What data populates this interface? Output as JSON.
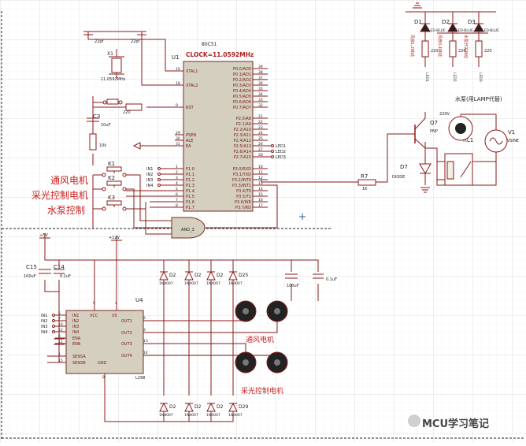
{
  "mcu": {
    "ref": "U1",
    "type": "80C51",
    "clock": "CLOCK=11.0592MHz",
    "left_pins": [
      "XTAL1",
      "XTAL2",
      "RST",
      "PSEN",
      "ALE",
      "EA",
      "P1.0",
      "P1.1",
      "P1.2",
      "P1.3",
      "P1.4",
      "P1.5",
      "P1.6",
      "P1.7"
    ],
    "left_nums": [
      "19",
      "18",
      "9",
      "29",
      "30",
      "31",
      "1",
      "2",
      "3",
      "4",
      "5",
      "6",
      "7",
      "8"
    ],
    "right_pins": [
      "P0.0/AD0",
      "P0.1/AD1",
      "P0.2/AD2",
      "P0.3/AD3",
      "P0.4/AD4",
      "P0.5/AD5",
      "P0.6/AD6",
      "P0.7/AD7",
      "P2.0/A8",
      "P2.1/A9",
      "P2.2/A10",
      "P2.3/A11",
      "P2.4/A12",
      "P2.5/A13",
      "P2.6/A14",
      "P2.7/A15",
      "P3.0/RXD",
      "P3.1/TXD",
      "P3.2/INT0",
      "P3.3/INT1",
      "P3.4/T0",
      "P3.5/T1",
      "P3.6/WR",
      "P3.7/RD"
    ],
    "right_nums": [
      "39",
      "38",
      "37",
      "36",
      "35",
      "34",
      "33",
      "32",
      "21",
      "22",
      "23",
      "24",
      "25",
      "26",
      "27",
      "28",
      "10",
      "11",
      "12",
      "13",
      "14",
      "15",
      "16",
      "17"
    ]
  },
  "crystal": {
    "ref": "X1",
    "freq": "11.0592MHz",
    "cap1": "22pf",
    "cap2": "22pf"
  },
  "reset": {
    "cap_ref": "C3",
    "cap_val": "10uF",
    "r1": "220",
    "r2": "10k"
  },
  "in_labels": [
    "IN1",
    "IN2",
    "IN3",
    "IN4"
  ],
  "keys": [
    "K1",
    "K2",
    "K3"
  ],
  "key_labels": [
    "通风电机",
    "采光控制电机",
    "水泵控制"
  ],
  "and_gate": "AND_3",
  "leds": {
    "refs": [
      "D1",
      "D2",
      "D3"
    ],
    "types": [
      "LED-BLUE",
      "LED-BLUE",
      "LED-BLUE"
    ],
    "resistor": "220",
    "labels": [
      "风扇1,2转动",
      "风扇3,4转动",
      "水泵开关转动"
    ],
    "nets": [
      "LED1",
      "LED2",
      "LED3"
    ]
  },
  "relay": {
    "r_ref": "R7",
    "r_val": "1K",
    "q_ref": "Q7",
    "q_type": "PNP",
    "d_ref": "D7",
    "d_type": "DIODE",
    "relay_ref": "RL1",
    "lamp_label": "水泵(用LAMP代替)",
    "lamp_voltage": "220V",
    "source_ref": "V1",
    "source_type": "VSINE"
  },
  "driver": {
    "ref": "U4",
    "type": "L298",
    "left_pins": [
      "IN1",
      "IN2",
      "IN3",
      "IN4",
      "ENA",
      "ENB",
      "SENSA",
      "SENSB"
    ],
    "left_nums": [
      "5",
      "7",
      "10",
      "12",
      "6",
      "11",
      "1",
      "15"
    ],
    "top_pins": [
      "VCC",
      "VS"
    ],
    "top_nums": [
      "9",
      "4"
    ],
    "right_pins": [
      "OUT1",
      "OUT2",
      "OUT3",
      "OUT4"
    ],
    "right_nums": [
      "2",
      "3",
      "13",
      "14"
    ],
    "gnd_pin": "GND",
    "gnd_num": "8"
  },
  "power": {
    "v5": "+5V",
    "v12": "+12V"
  },
  "caps": {
    "c15": "C15",
    "c15_val": "100uF",
    "c14": "C14",
    "c14_val": "0.1uF",
    "c_big": "100uF",
    "c_small": "0.1uF"
  },
  "diodes": {
    "top_refs": [
      "D2",
      "D2",
      "D2",
      "D25"
    ],
    "bottom_refs": [
      "D2",
      "D2",
      "D2",
      "D29"
    ],
    "type": "1N4007"
  },
  "motor_labels": [
    "通风电机",
    "采光控制电机"
  ],
  "watermark": "MCU学习笔记"
}
